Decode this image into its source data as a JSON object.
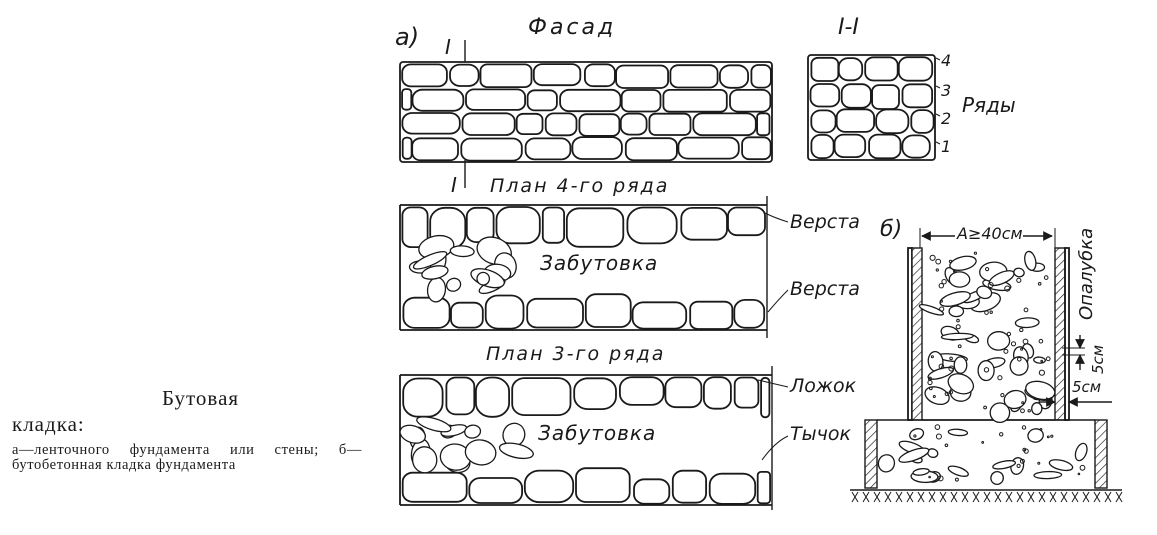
{
  "panel_a": {
    "label": "а)",
    "facade_title": "Фасад",
    "section_title": "I-I",
    "section_mark": "I",
    "rows_label": "Ряды",
    "row_numbers": [
      "4",
      "3",
      "2",
      "1"
    ],
    "plan4_title": "План 4-го ряда",
    "plan3_title": "План 3-го ряда",
    "versta_top": "Верста",
    "versta_bottom": "Верста",
    "zabutovka_4": "Забутовка",
    "zabutovka_3": "Забутовка",
    "lozhok": "Ложок",
    "tychok": "Тычок"
  },
  "panel_b": {
    "label": "б)",
    "dimension": "A≥40см",
    "formwork": "Опалубка",
    "gap_1": "5см",
    "gap_2": "5см"
  },
  "caption": {
    "title_line1": "Бутовая",
    "title_line2": "кладка:",
    "description": "а—ленточного фундамента или стены; б—бутобетонная кладка фундамента"
  }
}
